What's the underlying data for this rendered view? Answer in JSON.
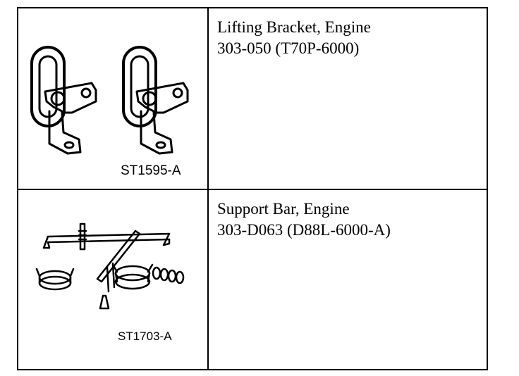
{
  "tools": [
    {
      "name": "Lifting Bracket, Engine",
      "number": "303-050 (T70P-6000)",
      "figure_id": "ST1595-A",
      "figure_icon": "lifting-bracket-illustration"
    },
    {
      "name": "Support Bar, Engine",
      "number": "303-D063 (D88L-6000-A)",
      "figure_id": "ST1703-A",
      "figure_icon": "support-bar-illustration"
    }
  ]
}
